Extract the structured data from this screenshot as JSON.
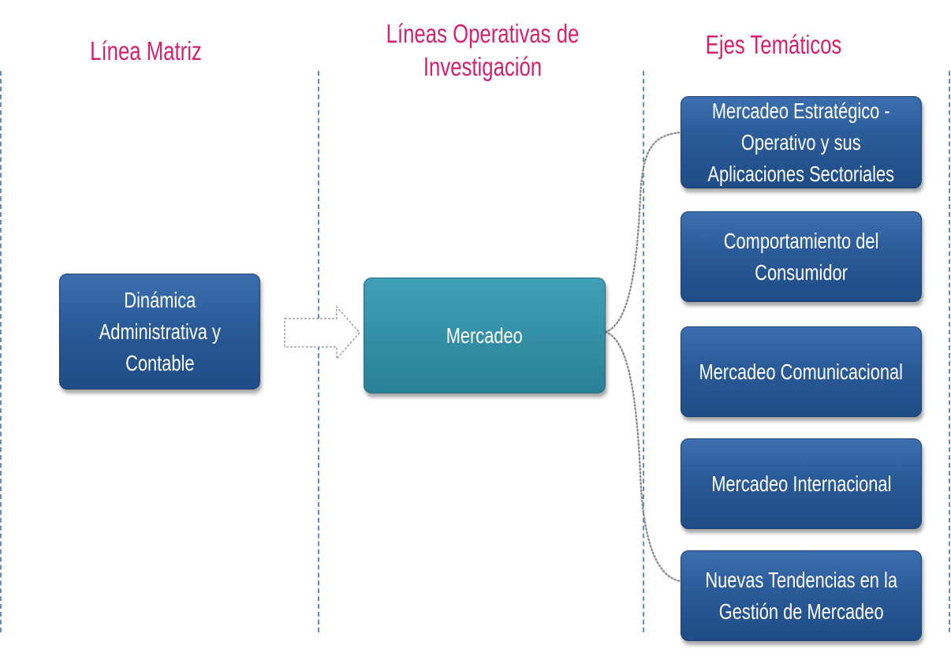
{
  "headings": {
    "linea_matriz": "Línea Matriz",
    "lineas_operativas": [
      "Líneas Operativas de",
      "Investigación"
    ],
    "ejes_tematicos": "Ejes Temáticos"
  },
  "matriz_box": {
    "lines": [
      "Dinámica",
      "Administrativa y",
      "Contable"
    ]
  },
  "operativa_box": {
    "lines": [
      "Mercadeo"
    ]
  },
  "ejes": [
    {
      "lines": [
        "Mercadeo  Estratégico -",
        "Operativo y sus",
        "Aplicaciones Sectoriales"
      ]
    },
    {
      "lines": [
        "Comportamiento del",
        "Consumidor"
      ]
    },
    {
      "lines": [
        "Mercadeo Comunicacional"
      ]
    },
    {
      "lines": [
        "Mercadeo Internacional"
      ]
    },
    {
      "lines": [
        "Nuevas Tendencias en la",
        "Gestión de Mercadeo"
      ]
    }
  ],
  "colors": {
    "heading": "#d4206e",
    "box_dark": "#2a5a98",
    "box_teal": "#3490a6",
    "divider": "#5b8ec7",
    "connector": "#8c8c8c"
  }
}
